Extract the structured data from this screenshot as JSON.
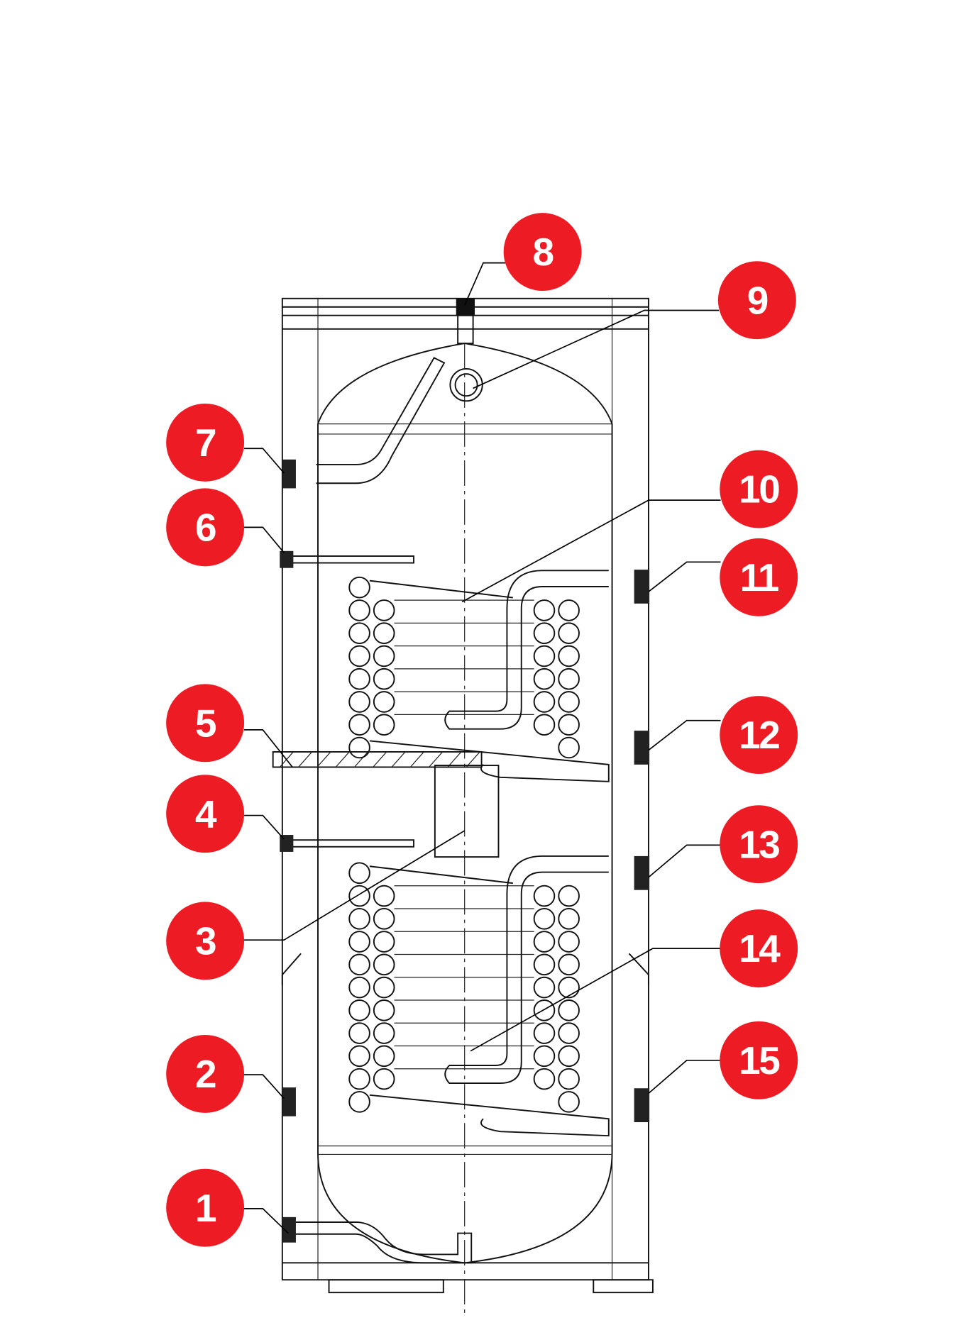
{
  "diagram": {
    "accent_color": "#ED1C24",
    "callouts": [
      {
        "id": "1",
        "label": "1"
      },
      {
        "id": "2",
        "label": "2"
      },
      {
        "id": "3",
        "label": "3"
      },
      {
        "id": "4",
        "label": "4"
      },
      {
        "id": "5",
        "label": "5"
      },
      {
        "id": "6",
        "label": "6"
      },
      {
        "id": "7",
        "label": "7"
      },
      {
        "id": "8",
        "label": "8"
      },
      {
        "id": "9",
        "label": "9"
      },
      {
        "id": "10",
        "label": "10"
      },
      {
        "id": "11",
        "label": "11"
      },
      {
        "id": "12",
        "label": "12"
      },
      {
        "id": "13",
        "label": "13"
      },
      {
        "id": "14",
        "label": "14"
      },
      {
        "id": "15",
        "label": "15"
      }
    ]
  }
}
